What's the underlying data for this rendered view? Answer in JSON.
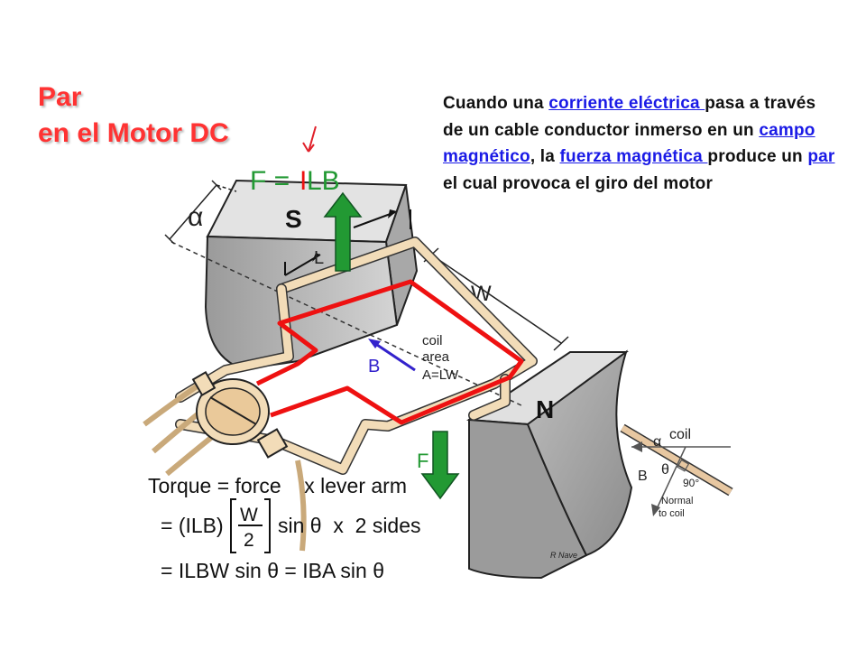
{
  "title": {
    "line1": "Par",
    "line2": "en el Motor DC"
  },
  "description": {
    "t1": "Cuando una ",
    "link1": "corriente eléctrica ",
    "t2": "pasa a través de un cable conductor inmerso en un ",
    "link2": "campo magnético",
    "t3": ", la ",
    "link3": "fuerza magnética ",
    "t4": "produce un ",
    "link4": "par ",
    "t5": "el cual provoca el giro del motor"
  },
  "diagram": {
    "force_eq_F": "F = ",
    "force_eq_I": "I",
    "force_eq_LB": "LB",
    "alpha": "α",
    "south": "S",
    "north": "N",
    "L": "L",
    "W": "W",
    "B": "B",
    "coil_area_1": "coil",
    "coil_area_2": "area",
    "coil_area_3": "A=LW",
    "F": "F",
    "inset_coil": "coil",
    "inset_alpha": "α",
    "inset_theta": "θ",
    "inset_B": "B",
    "inset_90": "90°",
    "inset_normal_1": "Normal",
    "inset_normal_2": "to coil",
    "credit": "R Nave",
    "torque_line1": "Torque = force    x lever arm",
    "torque_line2a": "= (ILB)",
    "torque_frac_num": "W",
    "torque_frac_den": "2",
    "torque_line2b": "sin θ  x  2 sides",
    "torque_line3": "= ILBW sin θ = IBA sin θ"
  },
  "colors": {
    "title": "#ff3333",
    "link": "#1a1ae6",
    "coil": "#ee1111",
    "force_arrow": "#229933",
    "force_I": "#ee1111",
    "force_text": "#229933"
  }
}
